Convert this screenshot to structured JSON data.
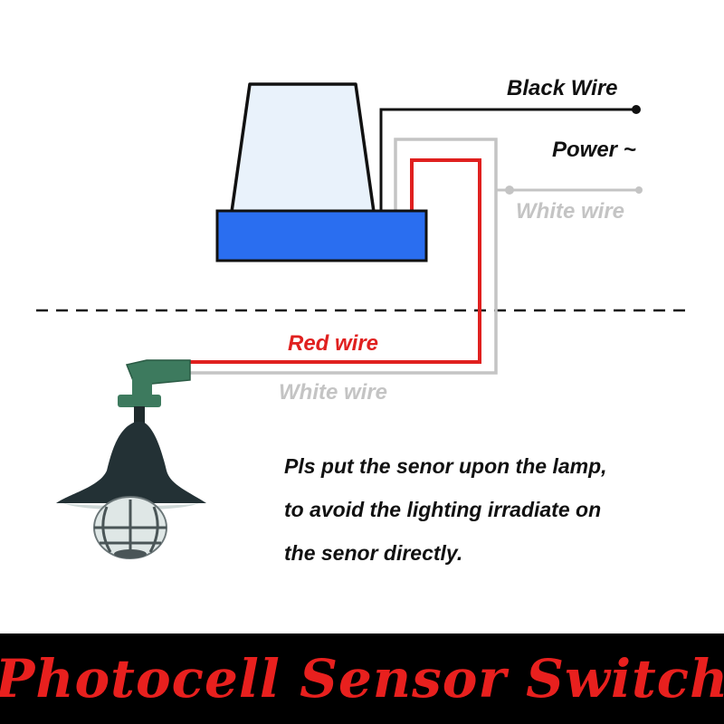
{
  "labels": {
    "black_wire": "Black Wire",
    "power": "Power ~",
    "white_wire_top": "White wire",
    "red_wire": "Red wire",
    "white_wire_bottom": "White wire"
  },
  "note": {
    "lines": [
      "Pls put the senor upon the lamp,",
      "to avoid the lighting  irradiate on",
      "the senor directly."
    ]
  },
  "banner": {
    "title": "Photocell Sensor Switch"
  },
  "colors": {
    "black_wire": "#111111",
    "white_wire": "#c4c4c4",
    "red_wire": "#e0201f",
    "sensor_base": "#2a6ef0",
    "sensor_dome": "#e9f2fb",
    "lamp_fitting": "#3d7a5e",
    "lamp_shade": "#233135",
    "banner_bg": "#000000",
    "banner_text": "#e8201e"
  },
  "icons": {
    "sensor": "photocell-sensor-icon",
    "lamp": "pendant-lamp-icon"
  }
}
